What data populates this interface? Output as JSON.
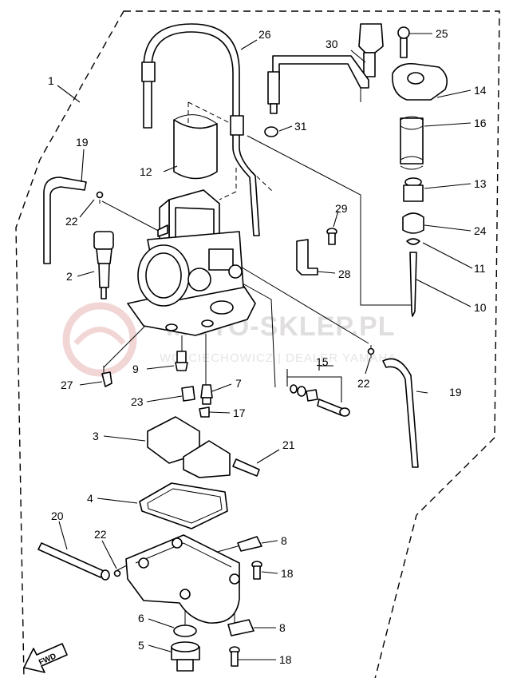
{
  "diagram": {
    "parts": [
      {
        "id": "1",
        "label": "1"
      },
      {
        "id": "2",
        "label": "2"
      },
      {
        "id": "3",
        "label": "3"
      },
      {
        "id": "4",
        "label": "4"
      },
      {
        "id": "5",
        "label": "5"
      },
      {
        "id": "6",
        "label": "6"
      },
      {
        "id": "7",
        "label": "7"
      },
      {
        "id": "8a",
        "label": "8"
      },
      {
        "id": "8b",
        "label": "8"
      },
      {
        "id": "9",
        "label": "9"
      },
      {
        "id": "10",
        "label": "10"
      },
      {
        "id": "11",
        "label": "11"
      },
      {
        "id": "12",
        "label": "12"
      },
      {
        "id": "13",
        "label": "13"
      },
      {
        "id": "14",
        "label": "14"
      },
      {
        "id": "15",
        "label": "15"
      },
      {
        "id": "16",
        "label": "16"
      },
      {
        "id": "17",
        "label": "17"
      },
      {
        "id": "18a",
        "label": "18"
      },
      {
        "id": "18b",
        "label": "18"
      },
      {
        "id": "19a",
        "label": "19"
      },
      {
        "id": "19b",
        "label": "19"
      },
      {
        "id": "20",
        "label": "20"
      },
      {
        "id": "21",
        "label": "21"
      },
      {
        "id": "22a",
        "label": "22"
      },
      {
        "id": "22b",
        "label": "22"
      },
      {
        "id": "22c",
        "label": "22"
      },
      {
        "id": "23",
        "label": "23"
      },
      {
        "id": "24",
        "label": "24"
      },
      {
        "id": "25",
        "label": "25"
      },
      {
        "id": "26",
        "label": "26"
      },
      {
        "id": "27",
        "label": "27"
      },
      {
        "id": "28",
        "label": "28"
      },
      {
        "id": "29",
        "label": "29"
      },
      {
        "id": "30",
        "label": "30"
      },
      {
        "id": "31",
        "label": "31"
      }
    ],
    "fwd_label": "FWD"
  },
  "watermark": {
    "title": "MOTO-SKLEP.PL",
    "subtitle": "WOJCIECHOWICZ | DEALER YAMAHA",
    "color": "#e0dede"
  }
}
